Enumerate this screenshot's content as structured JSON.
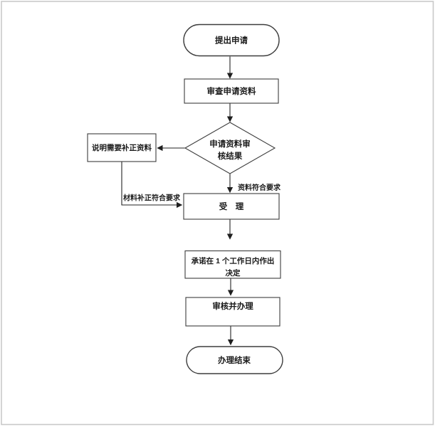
{
  "page": {
    "background": "#ffffff",
    "border_color": "#c9c9c9",
    "node_border_color": "#3d3d3d",
    "connector_color": "#222222",
    "text_color": "#1a1a1a"
  },
  "nodes": {
    "start": {
      "shape": "stadium",
      "label": "提出申请"
    },
    "review": {
      "shape": "rect",
      "label": "审查申请资料"
    },
    "decision": {
      "shape": "diamond",
      "line1": "申请资料审",
      "line2": "核结果"
    },
    "explain": {
      "shape": "rect",
      "label": "说明需要补正资料"
    },
    "accept": {
      "shape": "rect",
      "label": "受　理"
    },
    "promise": {
      "shape": "rect",
      "line1": "承诺在 1 个工作日内作出",
      "line2": "决定"
    },
    "process": {
      "shape": "rect",
      "label": "审核并办理"
    },
    "end": {
      "shape": "stadium",
      "label": "办理结束"
    }
  },
  "edge_labels": {
    "qualified": "资料符合要求",
    "corrected": "材料补正符合要求"
  }
}
